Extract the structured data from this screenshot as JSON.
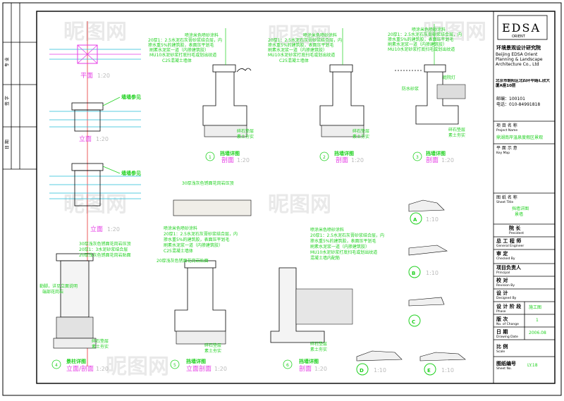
{
  "title_block": {
    "logo": "EDSA",
    "logo_sub": "ORIENT",
    "firm_cn": "环境景观设计研究院",
    "firm_en": "Beijing EDSA Orient Planning & Landscape Architecture Co., Ltd",
    "address": "北京市朝阳区北四环中路汇欣大厦A座10层",
    "postcode": "邮编：100101",
    "phone": "电话：010-84991818",
    "project_name_label": "项 目 名 称",
    "project_name_en": "Project Name",
    "project_name": "鼎湖南岸温泉度假区景观",
    "key_plan_label": "平 面 示 意",
    "key_plan_en": "Key Map",
    "sheet_title_label": "图 纸 名 称",
    "sheet_title_en": "Sheet Title",
    "sheet_title_1": "挡墙详图",
    "sheet_title_2": "景墙",
    "president": "院   长",
    "president_en": "President",
    "gm": "总 工 程 师",
    "gm_en": "General Engineer",
    "checked": "审    定",
    "checked_en": "Checked By",
    "principal": "项目负责人",
    "principal_en": "Principal",
    "review": "校    对",
    "review_en": "Revision By",
    "design": "设    计",
    "design_en": "Designed By",
    "phase_label": "设 计 阶 段",
    "phase_en": "Phase",
    "phase": "施工图",
    "version_label": "版    次",
    "version_en": "No. of Change",
    "version": "1",
    "date_label": "日    期",
    "date_en": "Drawing Date",
    "date": "2006.08",
    "scale_label": "比    例",
    "scale_en": "Scale",
    "sheet_no_label": "图纸编号",
    "sheet_no_en": "Sheet No.",
    "sheet_no": "LY.18"
  },
  "left_strip": {
    "labels": [
      "专 业",
      "签 字",
      "日 期"
    ]
  },
  "views": {
    "plan": {
      "title": "平面",
      "scale": "1:20",
      "note": ""
    },
    "elev1": {
      "title": "立面",
      "scale": "1:20",
      "note": "墙墙参见"
    },
    "elev2": {
      "title": "立面",
      "scale": "1:20",
      "note": "墙墙参见"
    }
  },
  "details": [
    {
      "num": "1",
      "title": "挡墙详图",
      "sub": "剖面",
      "scale": "1:20"
    },
    {
      "num": "2",
      "title": "挡墙详图",
      "sub": "剖面",
      "scale": "1:20"
    },
    {
      "num": "3",
      "title": "挡墙详图",
      "sub": "剖面",
      "scale": "1:20"
    },
    {
      "num": "4",
      "title": "景柱详图",
      "sub": "立面/剖面",
      "scale": "1:20"
    },
    {
      "num": "5",
      "title": "挡墙详图",
      "sub": "立面剖面",
      "scale": "1:20"
    },
    {
      "num": "6",
      "title": "挡墙详图",
      "sub": "剖面",
      "scale": "1:20"
    }
  ],
  "sections": [
    {
      "label": "A",
      "scale": "1:10"
    },
    {
      "label": "B",
      "scale": "1:10"
    },
    {
      "label": "C",
      "scale": "1:10"
    },
    {
      "label": "D",
      "scale": "1:10"
    },
    {
      "label": "E",
      "scale": "1:10"
    }
  ],
  "notes": {
    "paint": "喷涂米色喷砂涂料",
    "cap": "厚1：2.5水泥石灰膏砂浆抹平面",
    "cap2": "20厚1：2.5水泥石灰膏砂浆结合层，内",
    "cap3": "掺水重5%的建筑胶，表面压平划毛",
    "brick": "刷素水泥浆一道（内掺建筑胶）",
    "brick2": "MU10水泥砂浆打底扫毛或划出纹道",
    "concrete": "C25混凝土墙体",
    "gravel": "碎石垫层",
    "soil": "素土夯实",
    "light": "庭院灯",
    "waterproof": "防水砂浆",
    "stone": "30厚浅灰色锈面花岗岩压顶",
    "stone2": "20厚1：3水泥砂浆结合层",
    "pier_note": "勒脚，详见立面说明",
    "pier_note2": "端部花岗岩",
    "mortar_note": "20厚浅灰色锈面花岗岩贴面",
    "base_note": "混凝土墙内配筋",
    "plate": "20厚浅灰色锈面花岗岩贴面，竖缝"
  },
  "watermarks": [
    "昵图网",
    "昵图网",
    "昵图网",
    "昵图网",
    "昵图网",
    "昵图网"
  ]
}
